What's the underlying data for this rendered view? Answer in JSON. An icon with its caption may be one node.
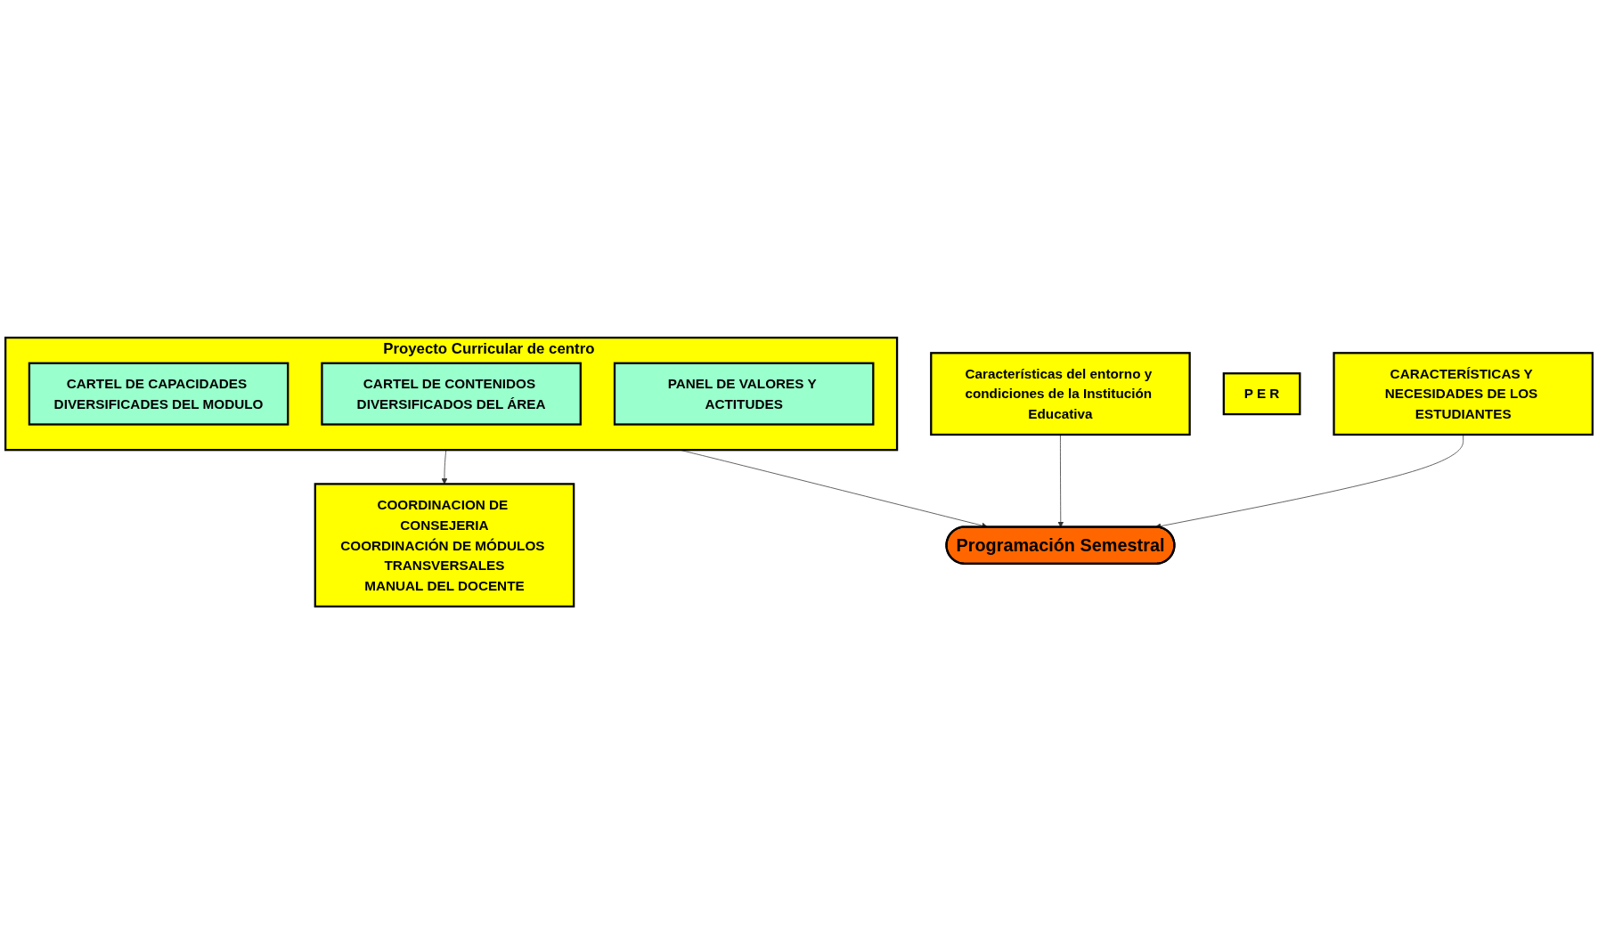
{
  "diagram": {
    "nodes": [
      {
        "text": [
          "Proyecto Curricular de centro"
        ]
      },
      {
        "text": [
          "CARTEL DE CAPACIDADES DIVERSIFICADES DEL MODULO"
        ],
        "in": 0
      },
      {
        "text": [
          "CARTEL DE CONTENIDOS DIVERSIFICADOS DEL ÁREA"
        ],
        "in": 0
      },
      {
        "text": [
          "PANEL DE VALORES Y ACTITUDES"
        ],
        "in": 0
      },
      {
        "text": [
          "CARACTERÍSTICAS Y NECESIDADES DE LOS ESTUDIANTES"
        ]
      },
      {
        "text": [
          "Programación Semestral"
        ]
      },
      {
        "text": [
          "P E R"
        ]
      },
      {
        "text": [
          "COORDINACION DE CONSEJERIA",
          "COORDINACIÓN DE MÓDULOS TRANSVERSALES",
          "MANUAL DEL DOCENTE"
        ]
      },
      {
        "text": [
          "Características del entorno y condiciones de la Institución Educativa"
        ]
      }
    ],
    "edges": [
      {
        "from": 0,
        "to": 7,
        "arrow": "to"
      },
      {
        "from": 0,
        "to": 5,
        "arrow": "to"
      },
      {
        "from": 4,
        "to": 5,
        "arrow": "to"
      },
      {
        "from": 8,
        "to": 5,
        "arrow": "to"
      }
    ]
  }
}
